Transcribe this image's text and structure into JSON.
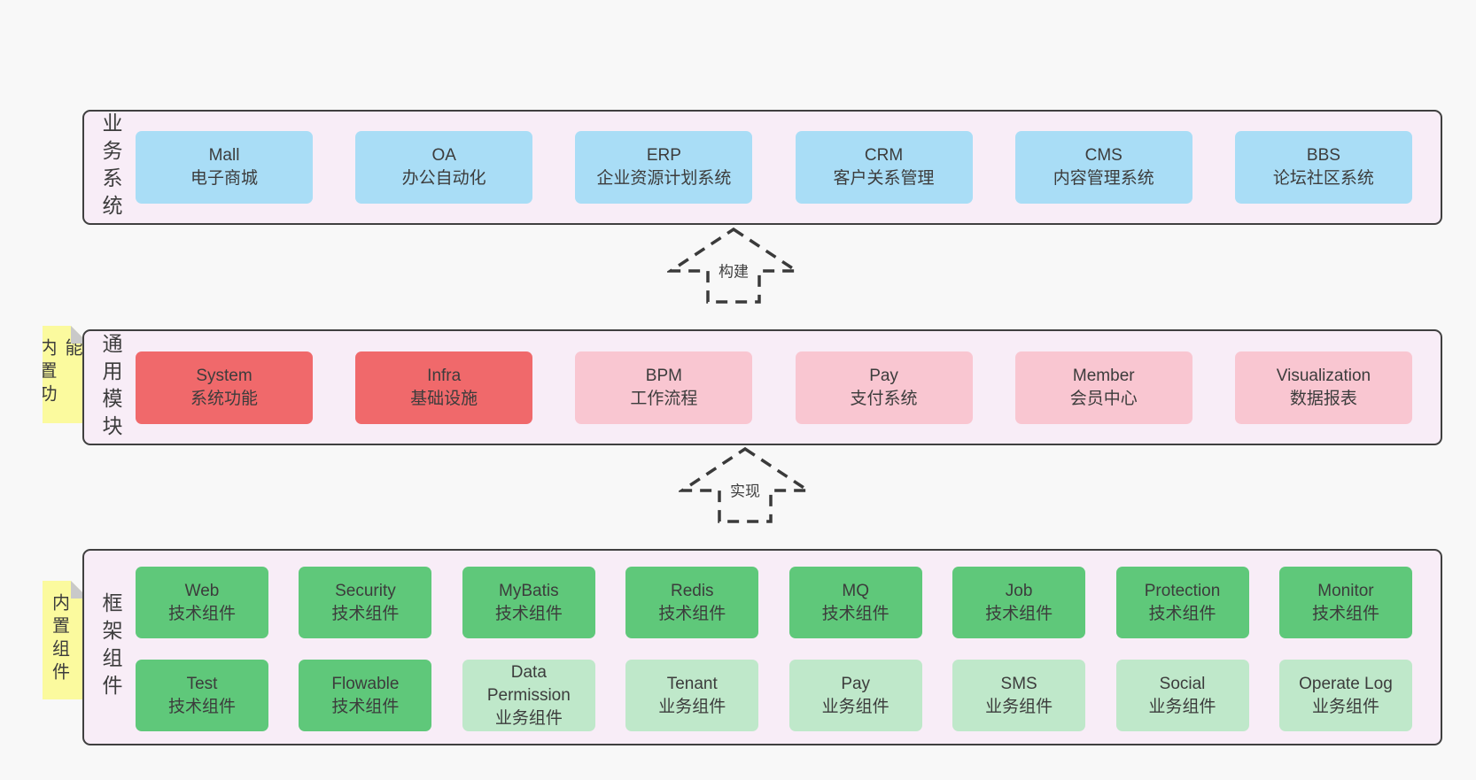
{
  "page": {
    "background": "#f8f8f8",
    "panel_background": "#f8edf7",
    "border_color": "#404040",
    "text_color": "#3c3c3c"
  },
  "palette": {
    "blue": "#a9ddf6",
    "red": "#f0696b",
    "pink": "#f9c6d1",
    "green_dark": "#5fc87a",
    "green_light": "#bfe8ca",
    "note_yellow": "#fbfa9e",
    "note_fold_gray": "#c9c9c9"
  },
  "arrows": {
    "build": {
      "label": "构建"
    },
    "implement": {
      "label": "实现"
    }
  },
  "notes": {
    "modules": {
      "label": "内置功能"
    },
    "framework": {
      "label": "内置组件"
    }
  },
  "sections": {
    "business": {
      "side_label": "业务系统",
      "boxes": [
        {
          "title": "Mall",
          "subtitle": "电子商城",
          "color": "blue"
        },
        {
          "title": "OA",
          "subtitle": "办公自动化",
          "color": "blue"
        },
        {
          "title": "ERP",
          "subtitle": "企业资源计划系统",
          "color": "blue"
        },
        {
          "title": "CRM",
          "subtitle": "客户关系管理",
          "color": "blue"
        },
        {
          "title": "CMS",
          "subtitle": "内容管理系统",
          "color": "blue"
        },
        {
          "title": "BBS",
          "subtitle": "论坛社区系统",
          "color": "blue"
        }
      ]
    },
    "modules": {
      "side_label": "通用模块",
      "boxes": [
        {
          "title": "System",
          "subtitle": "系统功能",
          "color": "red"
        },
        {
          "title": "Infra",
          "subtitle": "基础设施",
          "color": "red"
        },
        {
          "title": "BPM",
          "subtitle": "工作流程",
          "color": "pink"
        },
        {
          "title": "Pay",
          "subtitle": "支付系统",
          "color": "pink"
        },
        {
          "title": "Member",
          "subtitle": "会员中心",
          "color": "pink"
        },
        {
          "title": "Visualization",
          "subtitle": "数据报表",
          "color": "pink"
        }
      ]
    },
    "framework": {
      "side_label": "框架组件",
      "rows": [
        [
          {
            "title": "Web",
            "subtitle": "技术组件",
            "color": "green_dark"
          },
          {
            "title": "Security",
            "subtitle": "技术组件",
            "color": "green_dark"
          },
          {
            "title": "MyBatis",
            "subtitle": "技术组件",
            "color": "green_dark"
          },
          {
            "title": "Redis",
            "subtitle": "技术组件",
            "color": "green_dark"
          },
          {
            "title": "MQ",
            "subtitle": "技术组件",
            "color": "green_dark"
          },
          {
            "title": "Job",
            "subtitle": "技术组件",
            "color": "green_dark"
          },
          {
            "title": "Protection",
            "subtitle": "技术组件",
            "color": "green_dark"
          },
          {
            "title": "Monitor",
            "subtitle": "技术组件",
            "color": "green_dark"
          }
        ],
        [
          {
            "title": "Test",
            "subtitle": "技术组件",
            "color": "green_dark"
          },
          {
            "title": "Flowable",
            "subtitle": "技术组件",
            "color": "green_dark"
          },
          {
            "title": "Data Permission",
            "subtitle": "业务组件",
            "color": "green_light"
          },
          {
            "title": "Tenant",
            "subtitle": "业务组件",
            "color": "green_light"
          },
          {
            "title": "Pay",
            "subtitle": "业务组件",
            "color": "green_light"
          },
          {
            "title": "SMS",
            "subtitle": "业务组件",
            "color": "green_light"
          },
          {
            "title": "Social",
            "subtitle": "业务组件",
            "color": "green_light"
          },
          {
            "title": "Operate Log",
            "subtitle": "业务组件",
            "color": "green_light"
          }
        ]
      ]
    }
  }
}
